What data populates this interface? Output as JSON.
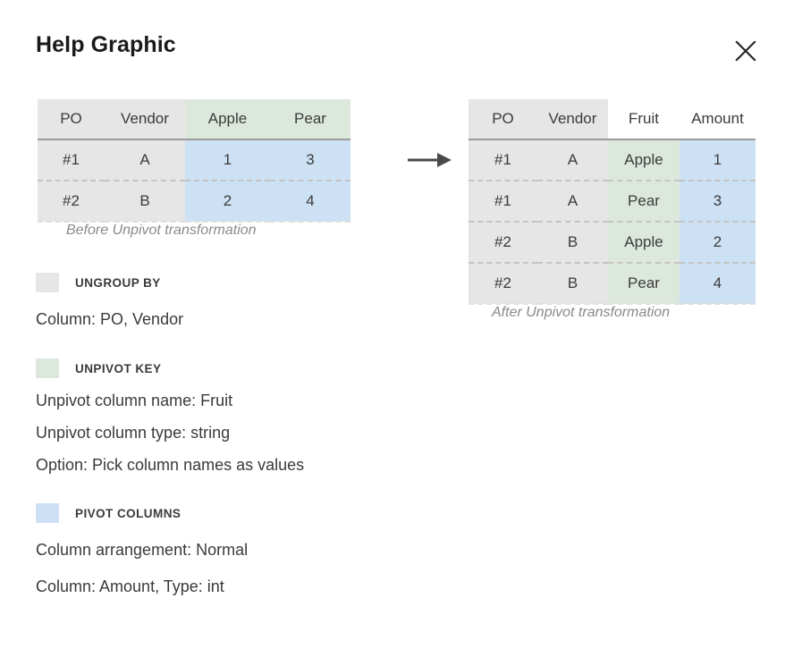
{
  "header": {
    "title": "Help Graphic",
    "close_icon": "close-icon"
  },
  "arrow": {
    "icon": "arrow-right-icon"
  },
  "colors": {
    "ungroup_by": "#e6e6e6",
    "unpivot_key": "#dde8dd",
    "pivot_columns": "#cce1f3",
    "separator": "#9a9a9a",
    "dashed_separator": "#c4c4c4",
    "caption_text": "#8a8a8a",
    "body_text": "#3a3a3a",
    "title_text": "#1a1a1a"
  },
  "before_table": {
    "caption": "Before Unpivot transformation",
    "headers": [
      "PO",
      "Vendor",
      "Apple",
      "Pear"
    ],
    "header_colors": [
      "#e6e6e6",
      "#e6e6e6",
      "#dde8dd",
      "#dde8dd"
    ],
    "body_colors": [
      "#e6e6e6",
      "#e6e6e6",
      "#cce1f3",
      "#cce1f3"
    ],
    "rows": [
      [
        "#1",
        "A",
        "1",
        "3"
      ],
      [
        "#2",
        "B",
        "2",
        "4"
      ]
    ]
  },
  "after_table": {
    "caption": "After Unpivot transformation",
    "headers": [
      "PO",
      "Vendor",
      "Fruit",
      "Amount"
    ],
    "header_colors": [
      "#e6e6e6",
      "#e6e6e6",
      "#ffffff",
      "#ffffff"
    ],
    "body_colors": [
      "#e6e6e6",
      "#e6e6e6",
      "#dde8dd",
      "#cce1f3"
    ],
    "rows": [
      [
        "#1",
        "A",
        "Apple",
        "1"
      ],
      [
        "#1",
        "A",
        "Pear",
        "3"
      ],
      [
        "#2",
        "B",
        "Apple",
        "2"
      ],
      [
        "#2",
        "B",
        "Pear",
        "4"
      ]
    ]
  },
  "legend": {
    "ungroup": {
      "label": "Ungroup by",
      "lines": [
        "Column: PO, Vendor"
      ]
    },
    "key": {
      "label": "Unpivot key",
      "lines": [
        "Unpivot column name: Fruit",
        "Unpivot column type: string",
        "Option: Pick column names as values"
      ]
    },
    "pivot": {
      "label": "Pivot columns",
      "lines": [
        "Column arrangement: Normal",
        "Column: Amount, Type: int"
      ]
    }
  }
}
